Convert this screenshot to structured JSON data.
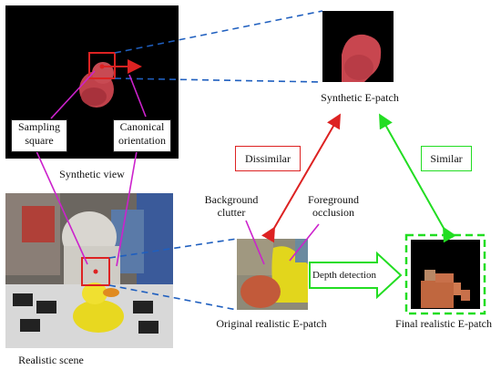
{
  "labels": {
    "sampling_square": "Sampling square",
    "canonical_orientation": "Canonical orientation",
    "synthetic_view": "Synthetic view",
    "synthetic_epatch": "Synthetic E-patch",
    "dissimilar": "Dissimilar",
    "similar": "Similar",
    "background_clutter": "Background clutter",
    "foreground_occlusion": "Foreground occlusion",
    "depth_detection": "Depth detection",
    "original_realistic_epatch": "Original realistic E-patch",
    "final_realistic_epatch": "Final realistic E-patch",
    "realistic_scene": "Realistic scene"
  },
  "colors": {
    "red": "#dd2222",
    "green": "#22dd22",
    "blue_dashed": "#1f5fbf",
    "magenta": "#cc22cc"
  }
}
